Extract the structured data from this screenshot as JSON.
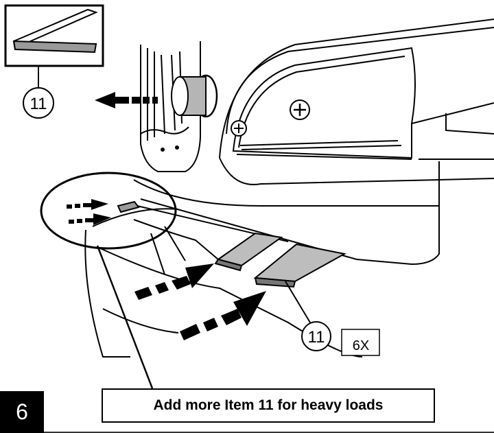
{
  "step": {
    "number": "6"
  },
  "callouts": {
    "inset_item": "11",
    "main_item": "11",
    "quantity": "6X"
  },
  "note": {
    "text": "Add more Item 11 for heavy loads"
  },
  "icons": [
    "spacer-pad-inset",
    "arrow-right",
    "arrow-left"
  ],
  "colors": {
    "ink": "#000000",
    "pad_fill": "#9a9a9a",
    "background": "#ffffff"
  }
}
